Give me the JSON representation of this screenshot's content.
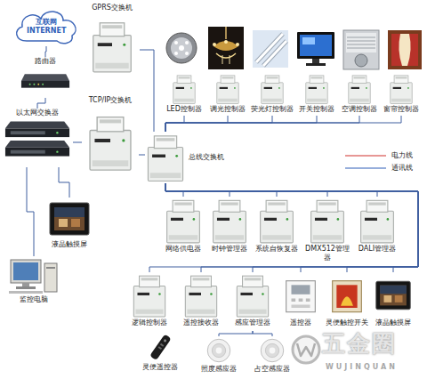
{
  "diagram": {
    "nodes": [
      {
        "text": [
          "互联网 INTERNET"
        ]
      },
      {
        "text": [
          "GPRS交换机"
        ]
      },
      {
        "text": [
          "路由器"
        ]
      },
      {
        "text": [
          "以太网交换器"
        ]
      },
      {
        "text": [
          "TCP/IP交换机"
        ]
      },
      {
        "text": [
          "总线交换机"
        ]
      },
      {
        "text": [
          "LED控制器"
        ]
      },
      {
        "text": [
          "调光控制器"
        ]
      },
      {
        "text": [
          "荧光灯控制器"
        ]
      },
      {
        "text": [
          "开关控制器"
        ]
      },
      {
        "text": [
          "空调控制器"
        ]
      },
      {
        "text": [
          "窗帘控制器"
        ]
      },
      {
        "text": [
          "液晶触摸屏"
        ]
      },
      {
        "text": [
          "监控电脑"
        ]
      },
      {
        "text": [
          "网络供电器"
        ]
      },
      {
        "text": [
          "时钟管理器"
        ]
      },
      {
        "text": [
          "系统自恢复器"
        ]
      },
      {
        "text": [
          "DMX512管理器"
        ]
      },
      {
        "text": [
          "DALI管理器"
        ]
      },
      {
        "text": [
          "逻辑控制器"
        ]
      },
      {
        "text": [
          "遥控接收器"
        ]
      },
      {
        "text": [
          "感应管理器"
        ]
      },
      {
        "text": [
          "遥控器"
        ]
      },
      {
        "text": [
          "灵便触控开关"
        ]
      },
      {
        "text": [
          "液晶触摸屏"
        ]
      },
      {
        "text": [
          "灵便遥控器"
        ]
      },
      {
        "text": [
          "照度感应器"
        ]
      },
      {
        "text": [
          "占空感应器"
        ]
      }
    ],
    "edges": [
      {
        "from": 0,
        "to": 2,
        "arrow": "none"
      },
      {
        "from": 2,
        "to": 3,
        "arrow": "none"
      },
      {
        "from": 3,
        "to": 12,
        "arrow": "none"
      },
      {
        "from": 3,
        "to": 13,
        "arrow": "none"
      },
      {
        "from": 3,
        "to": 4,
        "arrow": "none"
      },
      {
        "from": 4,
        "to": 5,
        "arrow": "none"
      },
      {
        "from": 1,
        "to": 5,
        "arrow": "none"
      },
      {
        "from": 5,
        "to": 6,
        "arrow": "none"
      },
      {
        "from": 5,
        "to": 7,
        "arrow": "none"
      },
      {
        "from": 5,
        "to": 8,
        "arrow": "none"
      },
      {
        "from": 5,
        "to": 9,
        "arrow": "none"
      },
      {
        "from": 5,
        "to": 10,
        "arrow": "none"
      },
      {
        "from": 5,
        "to": 11,
        "arrow": "none"
      },
      {
        "from": 5,
        "to": 14,
        "arrow": "none"
      },
      {
        "from": 5,
        "to": 15,
        "arrow": "none"
      },
      {
        "from": 5,
        "to": 16,
        "arrow": "none"
      },
      {
        "from": 5,
        "to": 17,
        "arrow": "none"
      },
      {
        "from": 5,
        "to": 18,
        "arrow": "none"
      },
      {
        "from": 5,
        "to": 19,
        "arrow": "none"
      },
      {
        "from": 5,
        "to": 20,
        "arrow": "none"
      },
      {
        "from": 5,
        "to": 21,
        "arrow": "none"
      },
      {
        "from": 5,
        "to": 22,
        "arrow": "none"
      },
      {
        "from": 5,
        "to": 23,
        "arrow": "none"
      },
      {
        "from": 5,
        "to": 24,
        "arrow": "none"
      },
      {
        "from": 21,
        "to": 26,
        "arrow": "none"
      },
      {
        "from": 21,
        "to": 27,
        "arrow": "none"
      }
    ],
    "labels": [
      "五金圈",
      "WUJINQUAN"
    ],
    "legend": [
      {
        "text": "电力线"
      },
      {
        "text": "通讯线"
      }
    ]
  }
}
